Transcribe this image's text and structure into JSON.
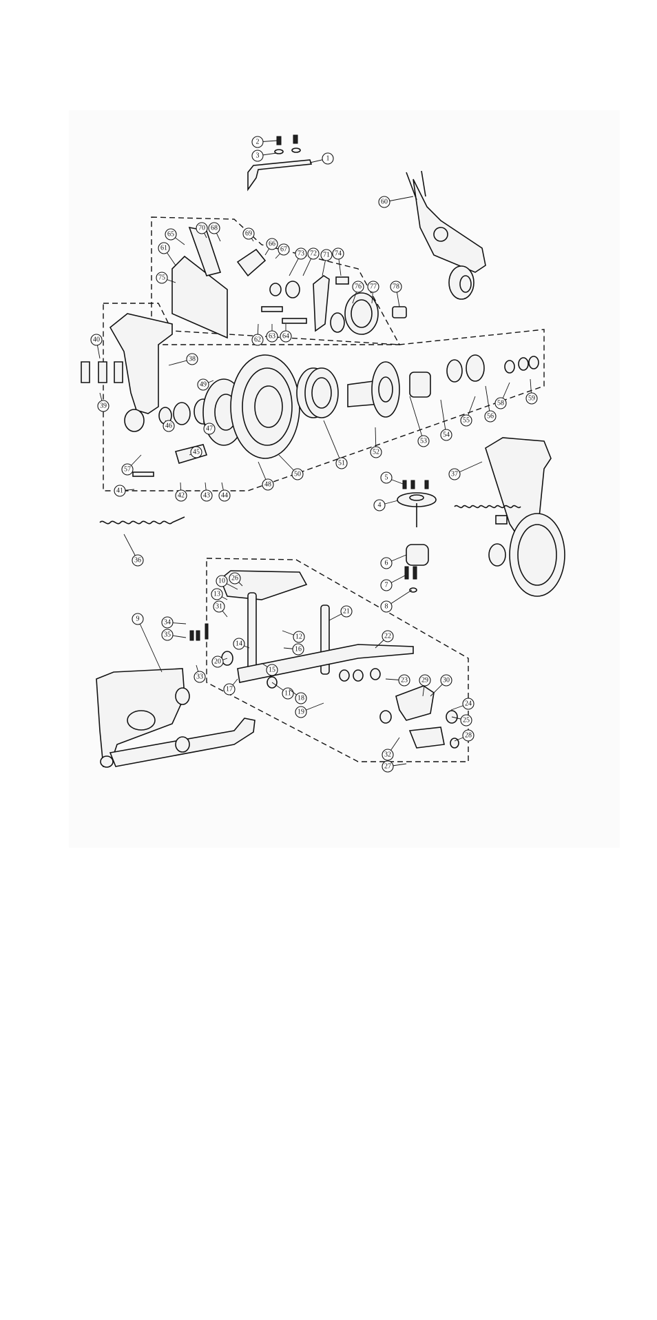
{
  "diagram": {
    "callouts": [
      "1",
      "2",
      "3",
      "4",
      "5",
      "6",
      "7",
      "8",
      "9",
      "10",
      "11",
      "12",
      "13",
      "14",
      "15",
      "16",
      "17",
      "18",
      "19",
      "20",
      "21",
      "22",
      "23",
      "24",
      "25",
      "26",
      "27",
      "28",
      "29",
      "30",
      "31",
      "32",
      "33",
      "34",
      "35",
      "36",
      "37",
      "38",
      "39",
      "40",
      "41",
      "42",
      "43",
      "44",
      "45",
      "46",
      "47",
      "48",
      "49",
      "50",
      "51",
      "52",
      "53",
      "54",
      "55",
      "56",
      "57",
      "58",
      "59",
      "60",
      "61",
      "62",
      "63",
      "64",
      "65",
      "66",
      "67",
      "68",
      "69",
      "70",
      "71",
      "72",
      "73",
      "74",
      "75",
      "76",
      "77",
      "78"
    ]
  }
}
